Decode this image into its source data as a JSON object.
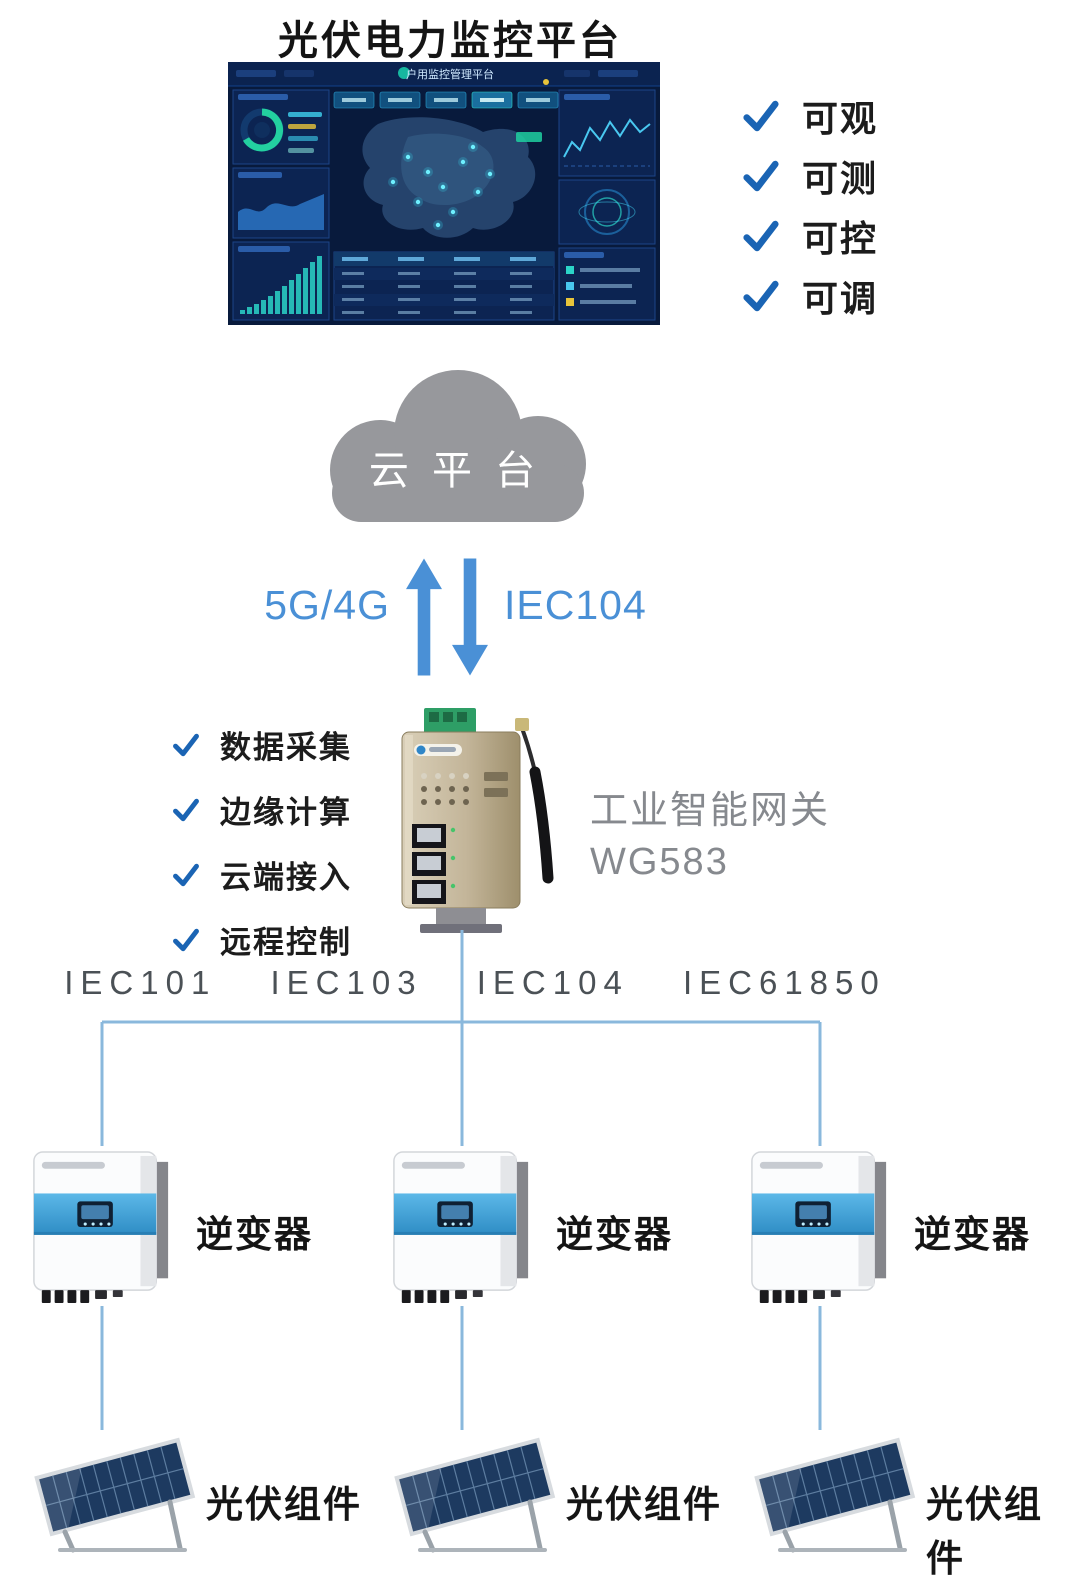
{
  "title": "光伏电力监控平台",
  "dashboard": {
    "header_title": "户用监控管理平台"
  },
  "platform_features": [
    {
      "label": "可观"
    },
    {
      "label": "可测"
    },
    {
      "label": "可控"
    },
    {
      "label": "可调"
    }
  ],
  "cloud": {
    "label": "云 平 台"
  },
  "links": {
    "uplink": "5G/4G",
    "downlink": "IEC104"
  },
  "gateway": {
    "features": [
      {
        "label": "数据采集"
      },
      {
        "label": "边缘计算"
      },
      {
        "label": "云端接入"
      },
      {
        "label": "远程控制"
      }
    ],
    "name_line1": "工业智能网关",
    "name_line2": "WG583"
  },
  "protocols": "IEC101 IEC103 IEC104 IEC61850",
  "inverters": [
    {
      "label": "逆变器"
    },
    {
      "label": "逆变器"
    },
    {
      "label": "逆变器"
    }
  ],
  "panels": [
    {
      "label": "光伏组件"
    },
    {
      "label": "光伏组件"
    },
    {
      "label": "光伏组件"
    }
  ],
  "colors": {
    "accent-blue": "#1a64b4",
    "link-blue": "#4a90d6",
    "line-blue": "#8ab8dc",
    "cloud-gray": "#97989c",
    "text-dark": "#1c1c1c",
    "text-gray": "#86898e"
  }
}
